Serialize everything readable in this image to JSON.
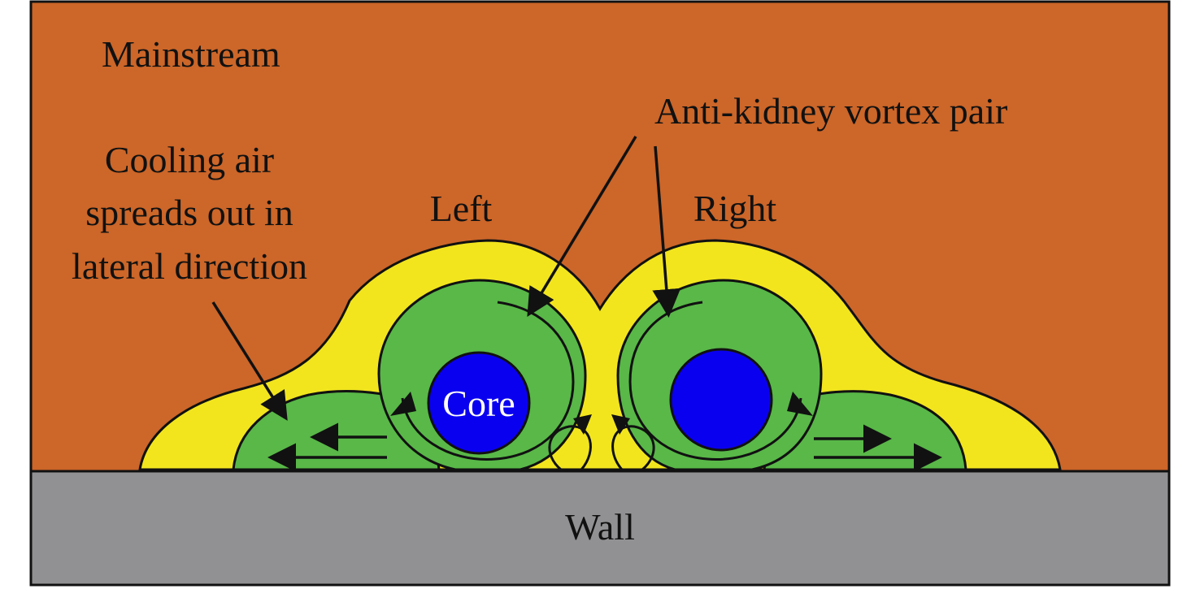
{
  "labels": {
    "mainstream": "Mainstream",
    "anti_kidney": "Anti-kidney vortex pair",
    "cooling_line1": "Cooling air",
    "cooling_line2": "spreads out in",
    "cooling_line3": "lateral direction",
    "left": "Left",
    "right": "Right",
    "core": "Core",
    "wall": "Wall"
  },
  "colors": {
    "mainstream": "#CC6629",
    "wall": "#919193",
    "outer_layer": "#F2E51E",
    "vortex": "#59B848",
    "core": "#0A00F0",
    "outline": "#111111"
  }
}
